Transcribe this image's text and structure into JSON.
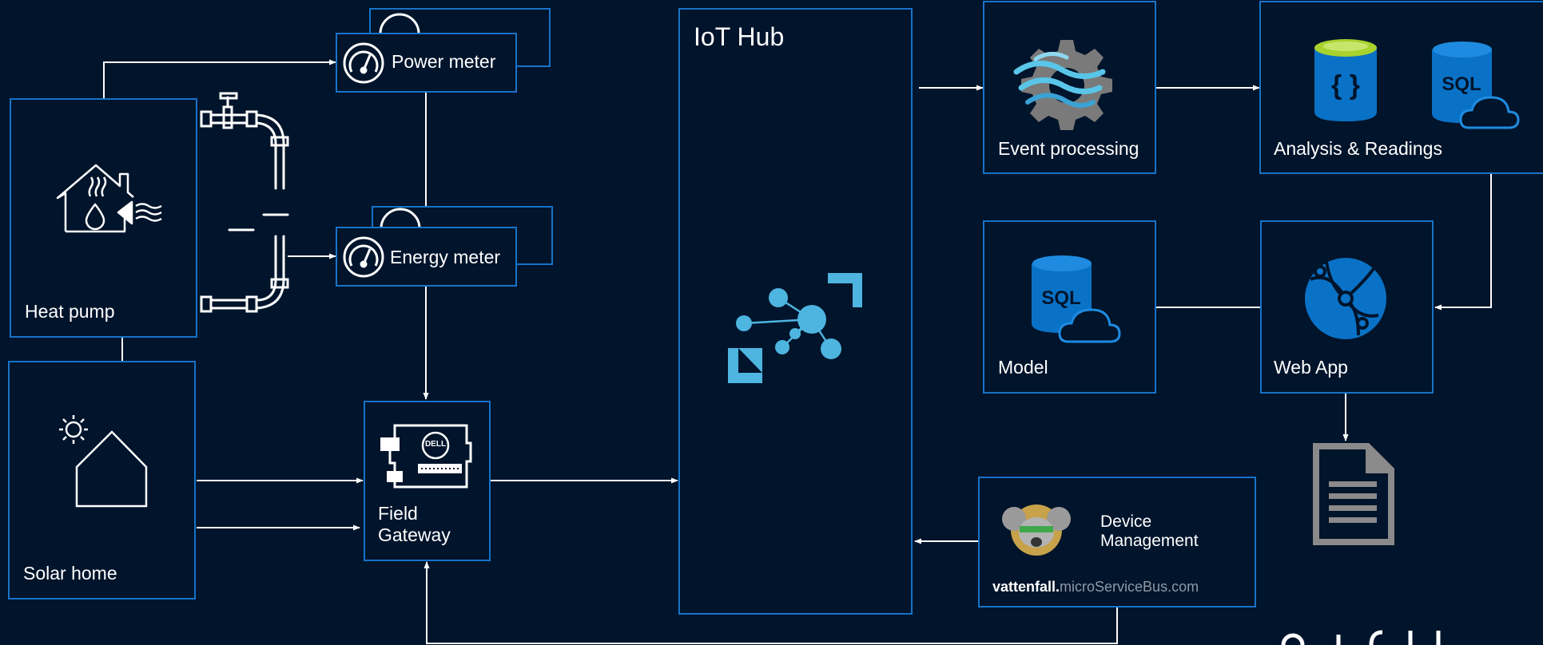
{
  "nodes": {
    "power_meter": {
      "label": "Power meter"
    },
    "energy_meter": {
      "label": "Energy meter"
    },
    "heat_pump": {
      "label": "Heat pump"
    },
    "solar_home": {
      "label": "Solar home"
    },
    "field_gateway": {
      "label_line1": "Field",
      "label_line2": "Gateway"
    },
    "iot_hub": {
      "label": "IoT Hub"
    },
    "event_processing": {
      "label": "Event processing"
    },
    "analysis_readings": {
      "label": "Analysis & Readings"
    },
    "model": {
      "label": "Model"
    },
    "web_app": {
      "label": "Web App"
    },
    "device_management": {
      "label_line1": "Device",
      "label_line2": "Management",
      "brand_bold": "vattenfall.",
      "brand_rest": "microServiceBus.com"
    }
  },
  "icons": {
    "sql_text": "SQL",
    "json_text": "{ }",
    "dell_text": "DELL"
  },
  "colors": {
    "background": "#00142b",
    "border": "#1673c9",
    "accent_light_blue": "#4eb4e0",
    "azure_blue": "#0a72c6",
    "cosmos_green": "#a8d22e",
    "gray": "#8a8a8a"
  }
}
